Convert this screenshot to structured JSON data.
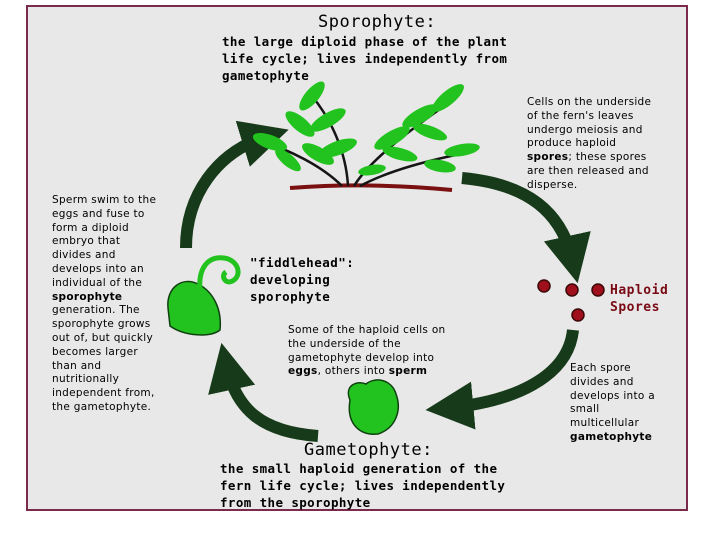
{
  "sporophyte": {
    "title": "Sporophyte:",
    "subtitle": "the large diploid phase of the plant\nlife cycle; lives independently from\ngametophyte"
  },
  "meiosis_note": {
    "text_a": "Cells on the underside\nof the fern's leaves\nundergo meiosis and\nproduce haploid\n",
    "bold": "spores",
    "text_b": "; these spores\nare then released and\ndisperse."
  },
  "fertilization_note": {
    "text_a": "Sperm swim to the\neggs and fuse to\nform a diploid\nembryo that\ndivides and\ndevelops into an\nindividual of the\n",
    "bold": "sporophyte",
    "text_b": "\ngeneration. The\nsporophyte grows\nout of, but quickly\nbecomes larger\nthan and\nnutritionally\nindependent from,\nthe gametophyte."
  },
  "fiddlehead": {
    "label": "\"fiddlehead\":\ndeveloping\nsporophyte"
  },
  "haploid_spores": {
    "label": "Haploid\nSpores"
  },
  "gamete_note": {
    "text_a": "Some of the haploid cells on\nthe underside of the\ngametophyte develop into\n",
    "bold_eggs": "eggs",
    "text_b": ", others into ",
    "bold_sperm": "sperm"
  },
  "spore_note": {
    "text_a": "Each spore\ndivides and\ndevelops into a\nsmall\nmulticellular\n",
    "bold": "gametophyte"
  },
  "gametophyte": {
    "title": "Gametophyte:",
    "subtitle": "the small haploid generation of the\nfern life cycle; lives independently\nfrom the sporophyte"
  },
  "colors": {
    "background": "#e8e8e8",
    "border": "#7a2a4a",
    "arrow": "#173b1a",
    "leaf": "#22c31e",
    "stem": "#151515",
    "soil": "#7a1010",
    "spore": "#a0101c",
    "haploid_text": "#7a0a14"
  }
}
